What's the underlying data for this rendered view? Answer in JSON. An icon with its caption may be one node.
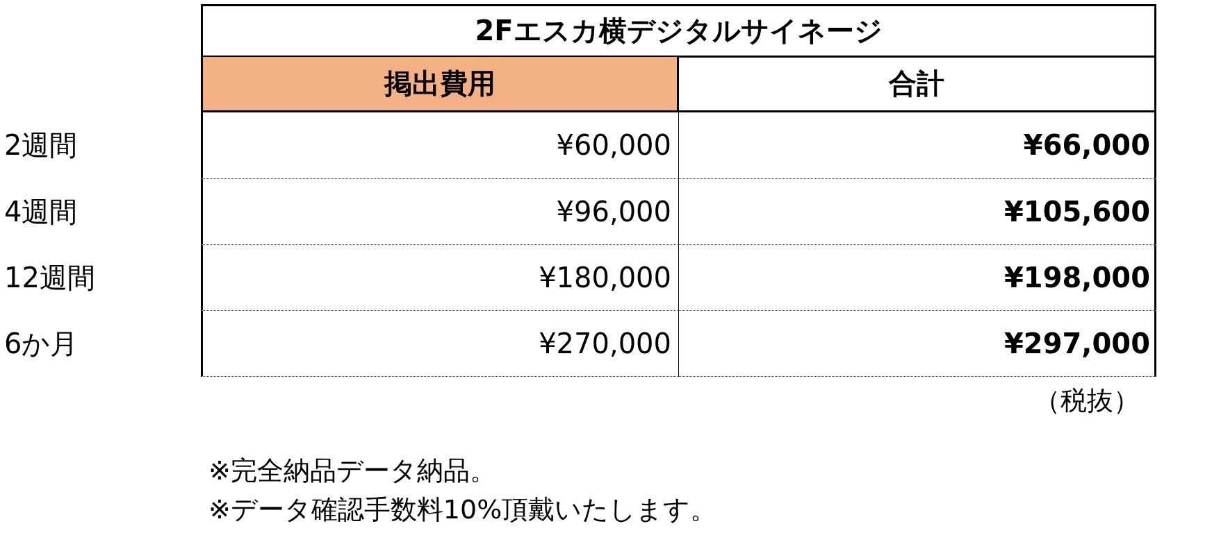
{
  "diagram": {
    "title": "2Fエスカ横デジタルサイネージ",
    "labels": [
      "掲出費用",
      "合計",
      "2週間",
      "¥60,000",
      "¥66,000",
      "4週間",
      "¥96,000",
      "¥105,600",
      "12週間",
      "¥180,000",
      "¥198,000",
      "6か月",
      "¥270,000",
      "¥297,000",
      "（税抜）",
      "※完全納品データ納品。",
      "※データ確認手数料10%頂戴いたします。"
    ]
  }
}
